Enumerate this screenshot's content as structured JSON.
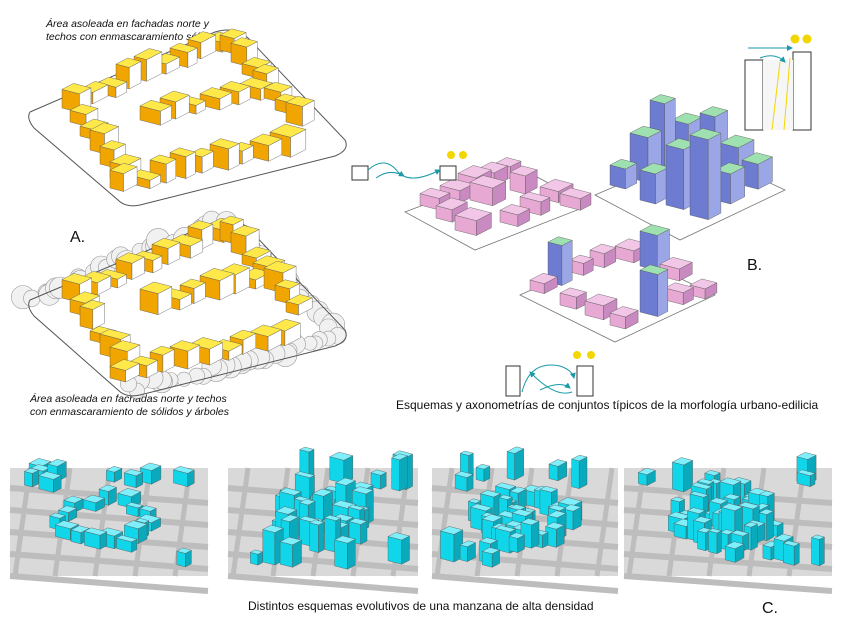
{
  "panelA": {
    "caption_top": [
      "Área asoleada en fachadas norte y",
      "techos con enmascaramiento sólido"
    ],
    "caption_bottom": [
      "Área asoleada en fachadas norte y techos",
      "con enmascaramiento de sólidos y árboles"
    ],
    "label": "A."
  },
  "panelB": {
    "caption": "Esquemas y axonometrías de conjuntos típicos de la morfología urbano-edilicia",
    "label": "B."
  },
  "panelC": {
    "caption": "Distintos esquemas evolutivos de una manzana de alta densidad",
    "label": "C."
  },
  "colors": {
    "sun_yellow": "#ffe84a",
    "sun_orange": "#f0a500",
    "pink_block": "#e7a9d3",
    "green_roof": "#9fe0b0",
    "tower_blue": "#6d7bd0",
    "cyan_block": "#11d6ea",
    "arrow_teal": "#1a9aa8",
    "sun_disc": "#f2d600"
  }
}
